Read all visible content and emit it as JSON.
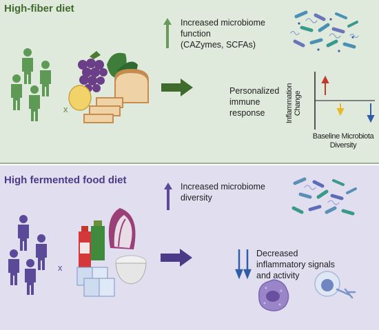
{
  "panels": {
    "fiber": {
      "title": "High-fiber diet",
      "multiplier": "x",
      "effect_1_line1": "Increased microbiome",
      "effect_1_line2": "function",
      "effect_1_line3": "(CAZymes, SCFAs)",
      "effect_2_line1": "Personalized",
      "effect_2_line2": "immune",
      "effect_2_line3": "response",
      "chart": {
        "ylabel_line1": "Inflammation",
        "ylabel_line2": "Change",
        "xlabel_line1": "Baseline Microbiota",
        "xlabel_line2": "Diversity"
      }
    },
    "fermented": {
      "title": "High fermented food diet",
      "multiplier": "x",
      "effect_1_line1": "Increased microbiome",
      "effect_1_line2": "diversity",
      "effect_2_line1": "Decreased",
      "effect_2_line2": "inflammatory signals",
      "effect_2_line3": "and activity"
    }
  },
  "icons": [
    "person-icon",
    "grape-icon",
    "bread-icon",
    "spinach-icon",
    "melon-icon",
    "bacteria-icon",
    "up-arrow-icon",
    "right-arrow-icon",
    "down-arrow-icon",
    "kombucha-bottle-icon",
    "yogurt-cup-icon",
    "radicchio-icon",
    "bowl-icon",
    "immune-cell-icon"
  ],
  "colors": {
    "fiber_bg": "#dfe9dc",
    "fermented_bg": "#e1def0",
    "fiber_accent": "#3f6b2c",
    "fermented_accent": "#4b3a87",
    "up_red": "#c0392b",
    "down_yellow": "#e8b923",
    "down_blue": "#2f5da8"
  }
}
